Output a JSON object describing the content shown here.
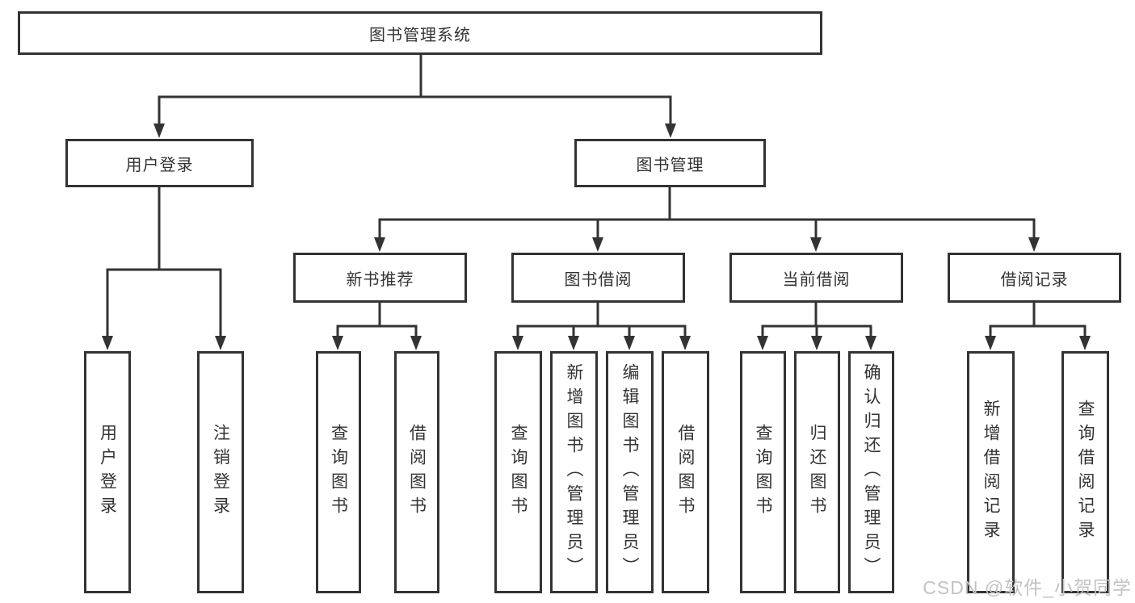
{
  "diagram": {
    "type": "hierarchy-tree",
    "line_color": "#333333",
    "box_border_color": "#333333",
    "box_fill_color": "#ffffff",
    "text_color": "#333333",
    "watermark": {
      "text": "CSDN @软件_小贺同学",
      "color": "#c3c3c3"
    },
    "nodes": {
      "root": {
        "label": "图书管理系统"
      },
      "user_login": {
        "label": "用户登录"
      },
      "book_mgmt": {
        "label": "图书管理"
      },
      "new_book_rec": {
        "label": "新书推荐"
      },
      "book_borrow": {
        "label": "图书借阅"
      },
      "current_borrow": {
        "label": "当前借阅"
      },
      "borrow_records": {
        "label": "借阅记录"
      },
      "leaf_user_login": {
        "label": "用户登录"
      },
      "leaf_logout": {
        "label": "注销登录"
      },
      "leaf_query_books_rec": {
        "label": "查询图书"
      },
      "leaf_borrow_books_rec": {
        "label": "借阅图书"
      },
      "leaf_query_books_borrow": {
        "label": "查询图书"
      },
      "leaf_add_books": {
        "label": "新增图书（管理员）"
      },
      "leaf_edit_books": {
        "label": "编辑图书（管理员）"
      },
      "leaf_borrow_books_borrow": {
        "label": "借阅图书"
      },
      "leaf_query_books_current": {
        "label": "查询图书"
      },
      "leaf_return_books": {
        "label": "归还图书"
      },
      "leaf_confirm_return": {
        "label": "确认归还（管理员）"
      },
      "leaf_add_borrow_record": {
        "label": "新增借阅记录"
      },
      "leaf_query_borrow_record": {
        "label": "查询借阅记录"
      }
    },
    "structure": {
      "label": "图书管理系统",
      "children": [
        {
          "label": "用户登录",
          "children": [
            {
              "label": "用户登录"
            },
            {
              "label": "注销登录"
            }
          ]
        },
        {
          "label": "图书管理",
          "children": [
            {
              "label": "新书推荐",
              "children": [
                {
                  "label": "查询图书"
                },
                {
                  "label": "借阅图书"
                }
              ]
            },
            {
              "label": "图书借阅",
              "children": [
                {
                  "label": "查询图书"
                },
                {
                  "label": "新增图书（管理员）"
                },
                {
                  "label": "编辑图书（管理员）"
                },
                {
                  "label": "借阅图书"
                }
              ]
            },
            {
              "label": "当前借阅",
              "children": [
                {
                  "label": "查询图书"
                },
                {
                  "label": "归还图书"
                },
                {
                  "label": "确认归还（管理员）"
                }
              ]
            },
            {
              "label": "借阅记录",
              "children": [
                {
                  "label": "新增借阅记录"
                },
                {
                  "label": "查询借阅记录"
                }
              ]
            }
          ]
        }
      ]
    }
  }
}
